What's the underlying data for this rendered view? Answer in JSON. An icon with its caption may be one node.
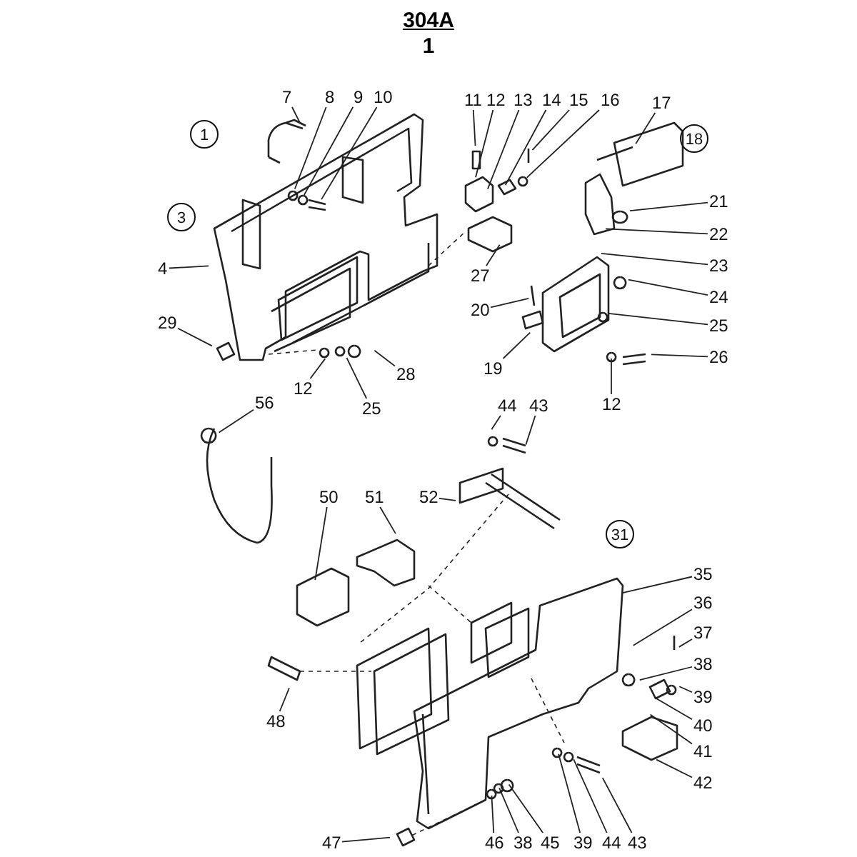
{
  "diagram": {
    "title": "304A",
    "nodes": [
      {
        "text": [
          "7"
        ]
      },
      {
        "text": [
          "8"
        ]
      },
      {
        "text": [
          "9"
        ]
      },
      {
        "text": [
          "10"
        ]
      },
      {
        "text": [
          "11"
        ]
      },
      {
        "text": [
          "12"
        ]
      },
      {
        "text": [
          "13"
        ]
      },
      {
        "text": [
          "14"
        ]
      },
      {
        "text": [
          "15"
        ]
      },
      {
        "text": [
          "16"
        ]
      },
      {
        "text": [
          "17"
        ]
      },
      {
        "text": [
          "1"
        ]
      },
      {
        "text": [
          "18"
        ]
      },
      {
        "text": [
          "21"
        ]
      },
      {
        "text": [
          "3"
        ]
      },
      {
        "text": [
          "22"
        ]
      },
      {
        "text": [
          "23"
        ]
      },
      {
        "text": [
          "4"
        ]
      },
      {
        "text": [
          "27"
        ]
      },
      {
        "text": [
          "24"
        ]
      },
      {
        "text": [
          "20"
        ]
      },
      {
        "text": [
          "29"
        ]
      },
      {
        "text": [
          "25"
        ]
      },
      {
        "text": [
          "26"
        ]
      },
      {
        "text": [
          "19"
        ]
      },
      {
        "text": [
          "28"
        ]
      },
      {
        "text": [
          "12"
        ]
      },
      {
        "text": [
          "25"
        ]
      },
      {
        "text": [
          "12"
        ]
      },
      {
        "text": [
          "56"
        ]
      },
      {
        "text": [
          "44"
        ]
      },
      {
        "text": [
          "43"
        ]
      },
      {
        "text": [
          "50"
        ]
      },
      {
        "text": [
          "51"
        ]
      },
      {
        "text": [
          "52"
        ]
      },
      {
        "text": [
          "31"
        ]
      },
      {
        "text": [
          "35"
        ]
      },
      {
        "text": [
          "36"
        ]
      },
      {
        "text": [
          "37"
        ]
      },
      {
        "text": [
          "38"
        ]
      },
      {
        "text": [
          "39"
        ]
      },
      {
        "text": [
          "48"
        ]
      },
      {
        "text": [
          "40"
        ]
      },
      {
        "text": [
          "41"
        ]
      },
      {
        "text": [
          "42"
        ]
      },
      {
        "text": [
          "47"
        ]
      },
      {
        "text": [
          "46"
        ]
      },
      {
        "text": [
          "38"
        ]
      },
      {
        "text": [
          "45"
        ]
      },
      {
        "text": [
          "39"
        ]
      },
      {
        "text": [
          "44"
        ]
      },
      {
        "text": [
          "43"
        ]
      }
    ],
    "edges": [
      {
        "from": 0,
        "to": null,
        "arrow": "none"
      },
      {
        "from": 1,
        "to": null,
        "arrow": "none"
      },
      {
        "from": 2,
        "to": null,
        "arrow": "none"
      },
      {
        "from": 3,
        "to": null,
        "arrow": "none"
      },
      {
        "from": 4,
        "to": null,
        "arrow": "none"
      },
      {
        "from": 5,
        "to": null,
        "arrow": "none"
      },
      {
        "from": 6,
        "to": null,
        "arrow": "none"
      },
      {
        "from": 7,
        "to": null,
        "arrow": "none"
      },
      {
        "from": 8,
        "to": null,
        "arrow": "none"
      },
      {
        "from": 9,
        "to": null,
        "arrow": "none"
      },
      {
        "from": 10,
        "to": null,
        "arrow": "none"
      },
      {
        "from": 13,
        "to": null,
        "arrow": "none"
      },
      {
        "from": 15,
        "to": null,
        "arrow": "none"
      },
      {
        "from": 16,
        "to": null,
        "arrow": "none"
      },
      {
        "from": 17,
        "to": null,
        "arrow": "none"
      },
      {
        "from": 18,
        "to": null,
        "arrow": "none"
      },
      {
        "from": 19,
        "to": null,
        "arrow": "none"
      },
      {
        "from": 20,
        "to": null,
        "arrow": "none"
      },
      {
        "from": 21,
        "to": null,
        "arrow": "none"
      },
      {
        "from": 22,
        "to": null,
        "arrow": "none"
      },
      {
        "from": 23,
        "to": null,
        "arrow": "none"
      },
      {
        "from": 24,
        "to": null,
        "arrow": "none"
      },
      {
        "from": 25,
        "to": null,
        "arrow": "none"
      },
      {
        "from": 26,
        "to": null,
        "arrow": "none"
      },
      {
        "from": 27,
        "to": null,
        "arrow": "none"
      },
      {
        "from": 28,
        "to": null,
        "arrow": "none"
      },
      {
        "from": 29,
        "to": null,
        "arrow": "none"
      },
      {
        "from": 30,
        "to": null,
        "arrow": "none"
      },
      {
        "from": 31,
        "to": null,
        "arrow": "none"
      },
      {
        "from": 32,
        "to": null,
        "arrow": "none"
      },
      {
        "from": 33,
        "to": null,
        "arrow": "none"
      },
      {
        "from": 34,
        "to": null,
        "arrow": "none"
      },
      {
        "from": 36,
        "to": null,
        "arrow": "none"
      },
      {
        "from": 37,
        "to": null,
        "arrow": "none"
      },
      {
        "from": 38,
        "to": null,
        "arrow": "none"
      },
      {
        "from": 39,
        "to": null,
        "arrow": "none"
      },
      {
        "from": 40,
        "to": null,
        "arrow": "none"
      },
      {
        "from": 41,
        "to": null,
        "arrow": "none"
      },
      {
        "from": 42,
        "to": null,
        "arrow": "none"
      },
      {
        "from": 43,
        "to": null,
        "arrow": "none"
      },
      {
        "from": 44,
        "to": null,
        "arrow": "none"
      },
      {
        "from": 45,
        "to": null,
        "arrow": "none"
      },
      {
        "from": 46,
        "to": null,
        "arrow": "none"
      },
      {
        "from": 47,
        "to": null,
        "arrow": "none"
      },
      {
        "from": 48,
        "to": null,
        "arrow": "none"
      },
      {
        "from": 49,
        "to": null,
        "arrow": "none"
      },
      {
        "from": 50,
        "to": null,
        "arrow": "none"
      },
      {
        "from": 51,
        "to": null,
        "arrow": "none"
      }
    ],
    "labels": [
      "1"
    ]
  }
}
